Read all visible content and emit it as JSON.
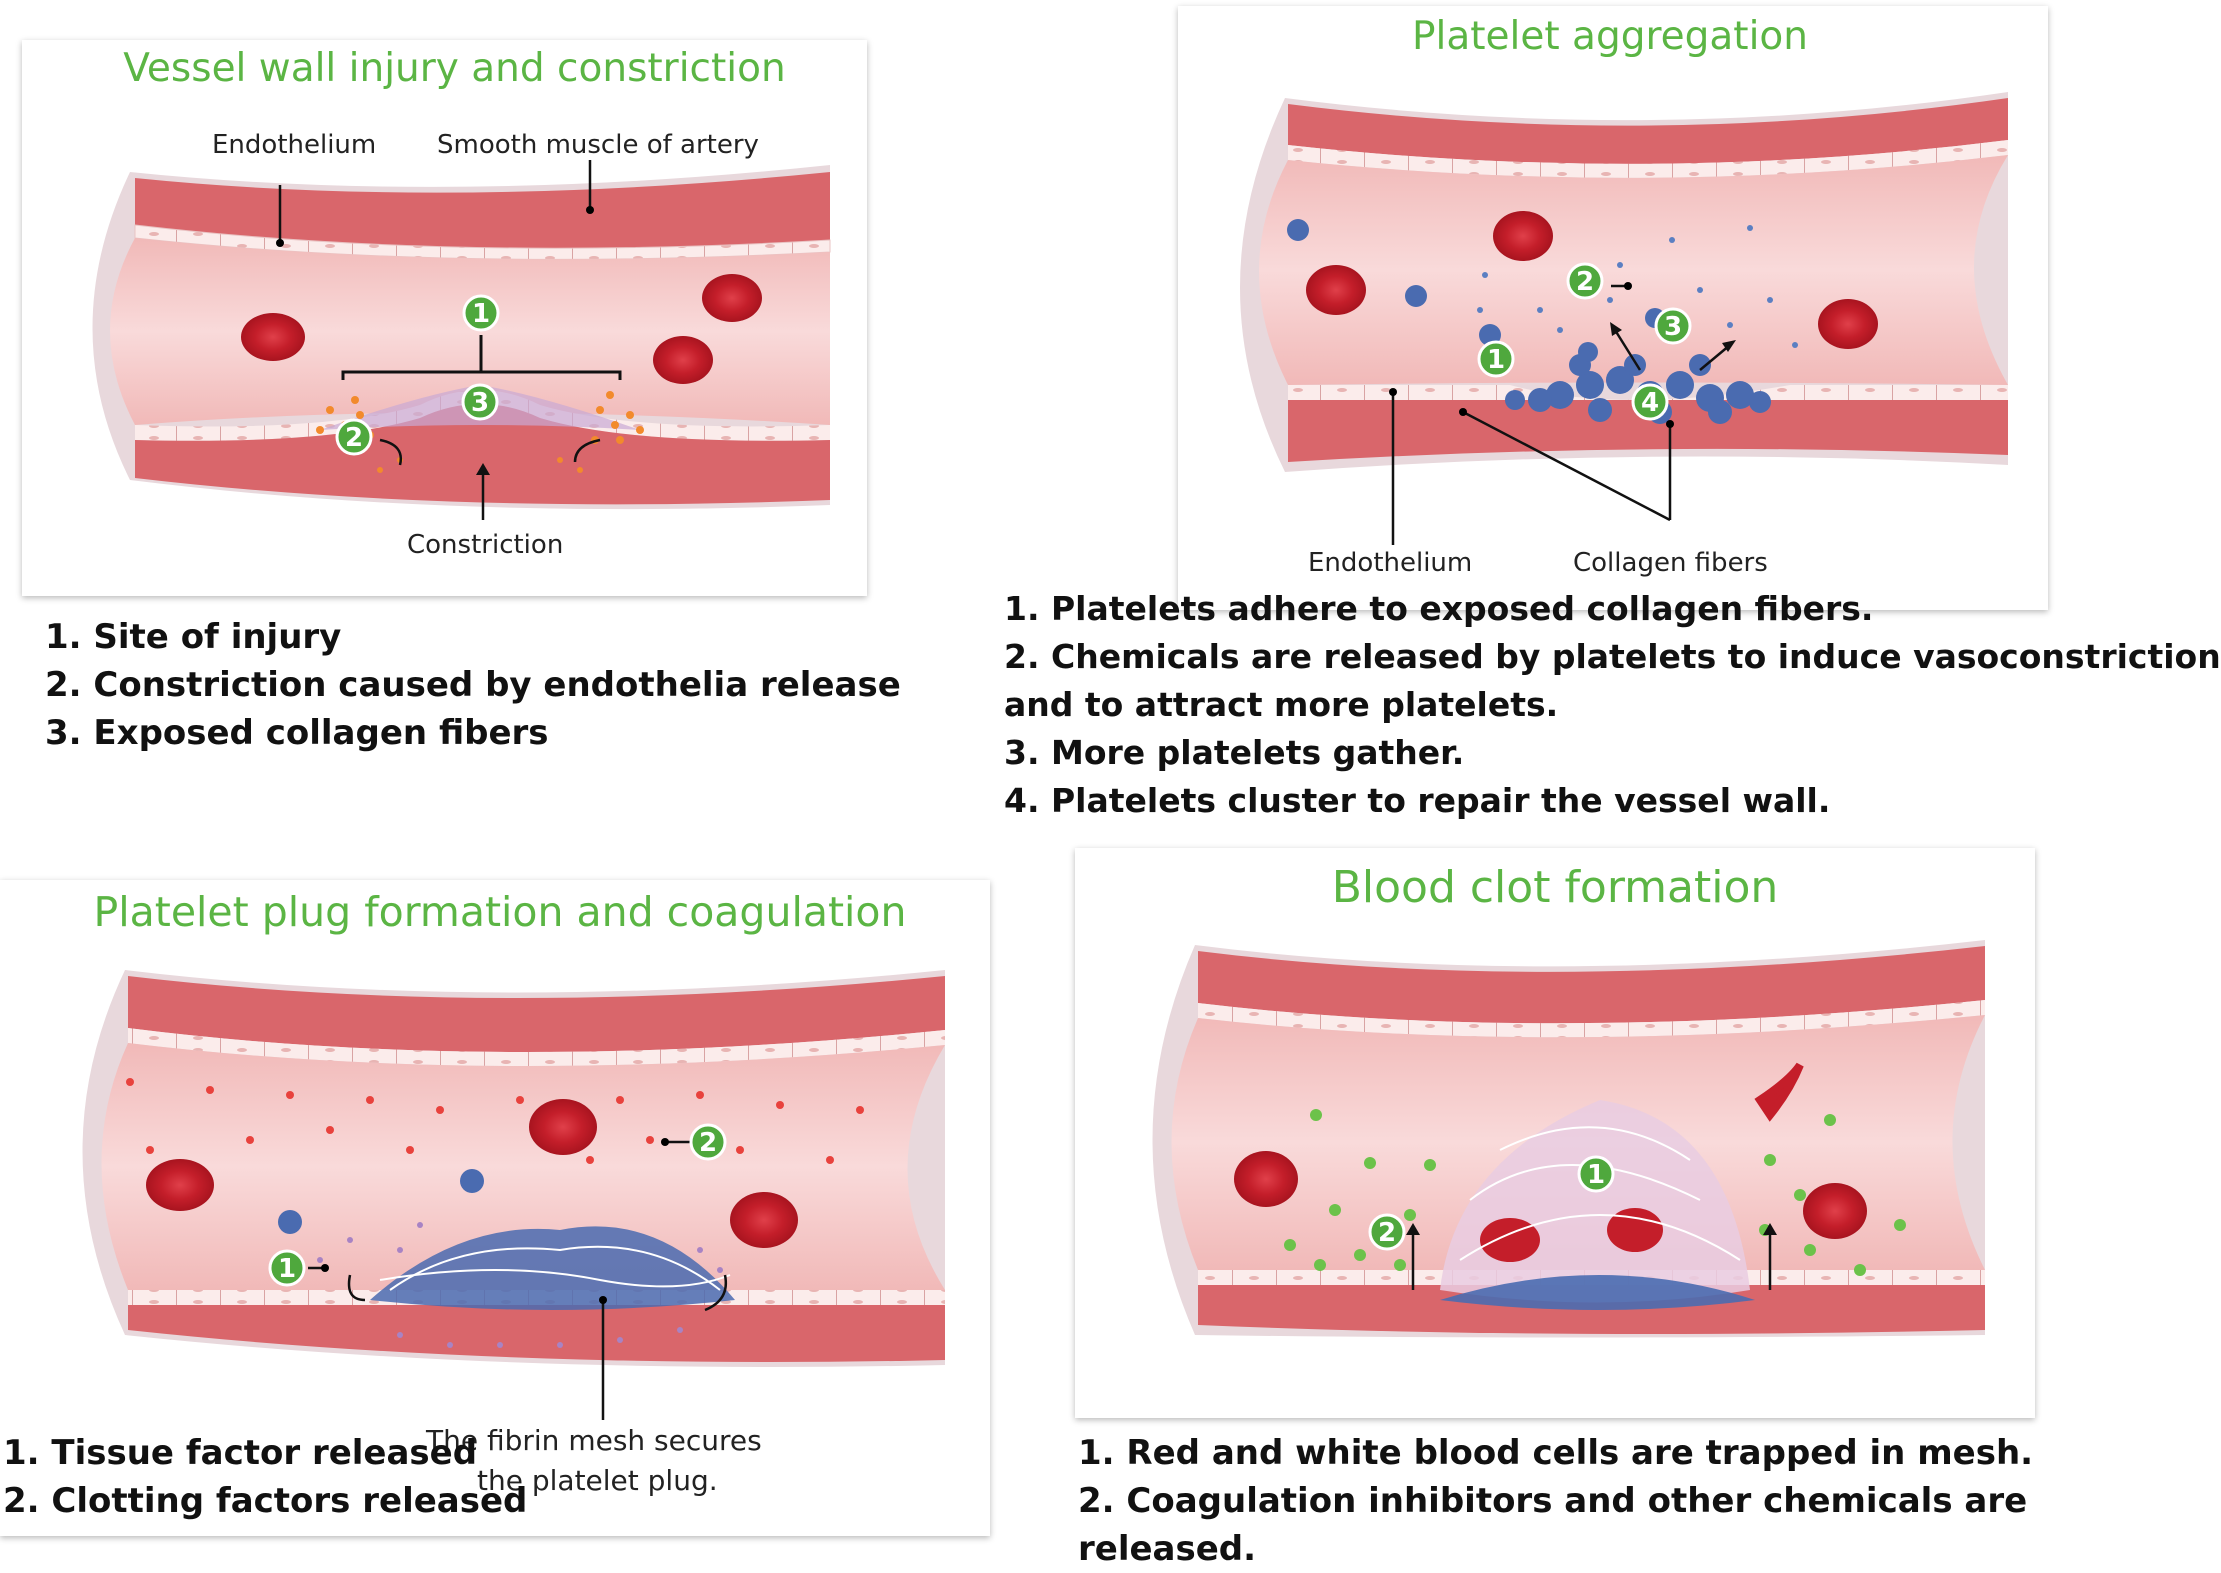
{
  "panels": {
    "injury": {
      "title": "Vessel wall injury and constriction",
      "labels": {
        "endothelium": "Endothelium",
        "smooth_muscle": "Smooth muscle of artery",
        "constriction": "Constriction"
      },
      "list": [
        "1. Site of injury",
        "2. Constriction caused by endothelia release",
        "3. Exposed collagen fibers"
      ]
    },
    "aggregation": {
      "title": "Platelet aggregation",
      "labels": {
        "endothelium": "Endothelium",
        "collagen": "Collagen fibers"
      },
      "list": [
        "1. Platelets adhere to exposed collagen fibers.",
        "2. Chemicals are released by platelets to induce vasoconstriction",
        "and to attract more platelets.",
        "3. More platelets gather.",
        "4. Platelets cluster to repair the vessel wall."
      ]
    },
    "plug": {
      "title": "Platelet plug formation and coagulation",
      "labels": {
        "fibrin_line1": "The fibrin mesh secures",
        "fibrin_line2": "the platelet plug."
      },
      "list": [
        "1. Tissue factor released",
        "2. Clotting factors released"
      ]
    },
    "clot": {
      "title": "Blood clot formation",
      "list": [
        "1. Red and white blood cells are trapped in mesh.",
        "2. Coagulation inhibitors and other chemicals are",
        "released."
      ]
    }
  },
  "badges": [
    "1",
    "2",
    "3",
    "4"
  ],
  "colors": {
    "title_green": "#5bb544",
    "badge_green": "#4fa83d",
    "vessel_wall": "#d9666b",
    "lumen": "#f5c6c6",
    "platelet": "#4a6bb0",
    "rbc": "#c41e2a"
  }
}
